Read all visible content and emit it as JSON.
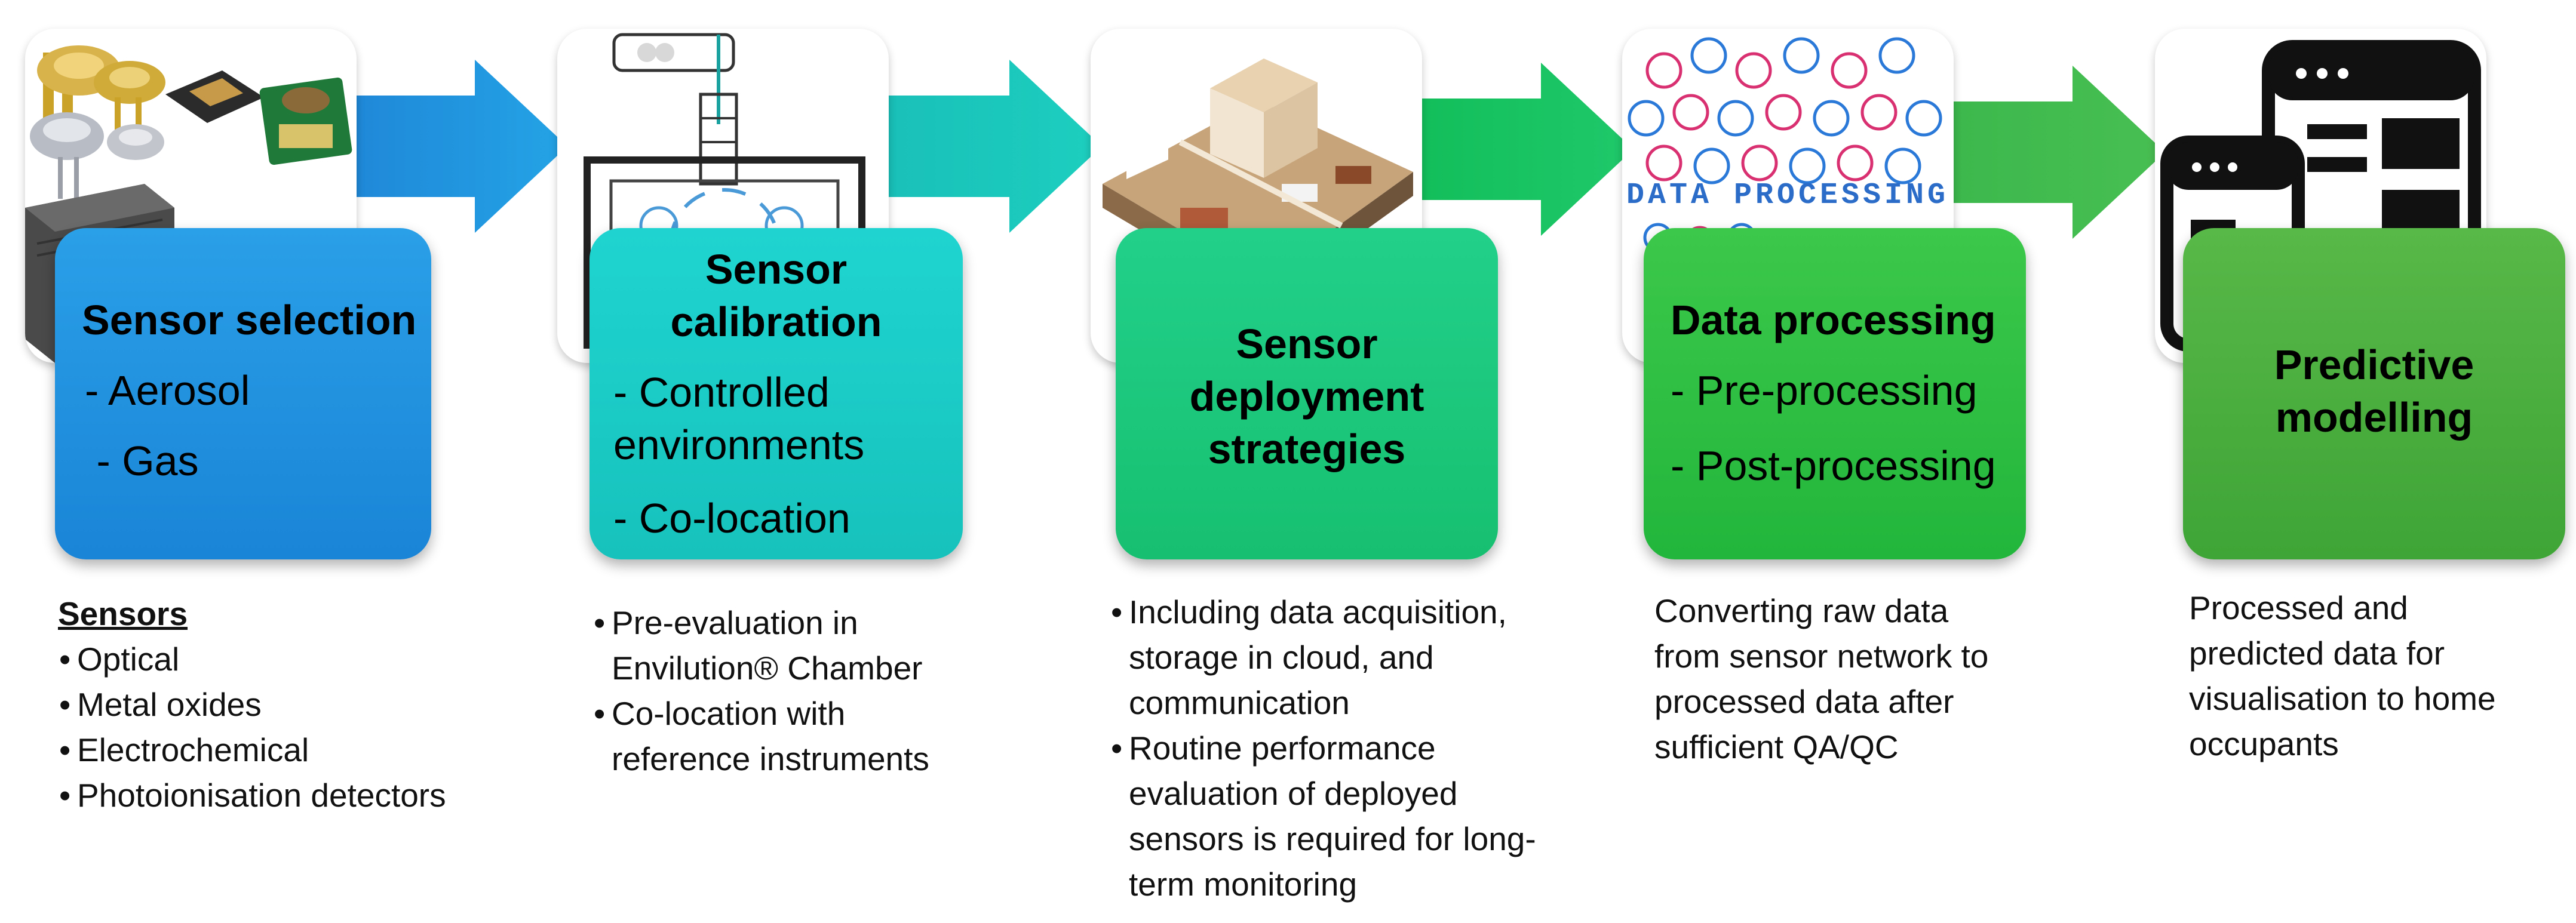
{
  "colors": {
    "step1": "#1f8fde",
    "step2": "#1dcfc7",
    "step3": "#20c978",
    "step4": "#2ec14d",
    "step5": "#4aad3d"
  },
  "steps": [
    {
      "title": "Sensor selection",
      "items": [
        "- Aerosol",
        " - Gas"
      ],
      "image_icon": "gas-sensors-photo",
      "desc_heading": "Sensors",
      "desc_bullets": [
        "Optical",
        "Metal oxides",
        "Electrochemical",
        "Photoionisation detectors"
      ]
    },
    {
      "title_line1": "Sensor",
      "title_line2": "calibration",
      "items": [
        "- Controlled",
        "environments",
        "- Co-location"
      ],
      "image_icon": "environmental-chamber-schematic",
      "desc_bullets": [
        [
          "Pre-evaluation in",
          "Envilution® Chamber"
        ],
        [
          "Co-location with",
          "reference instruments"
        ]
      ]
    },
    {
      "title_lines": [
        "Sensor",
        "deployment",
        "strategies"
      ],
      "image_icon": "home-floorplan-3d",
      "desc_bullets": [
        [
          "Including data acquisition,",
          "storage in cloud, and",
          "communication"
        ],
        [
          "Routine performance",
          "evaluation of deployed",
          "sensors is required for long-",
          "term monitoring"
        ]
      ]
    },
    {
      "title": "Data processing",
      "items": [
        "- Pre-processing",
        "- Post-processing"
      ],
      "image_icon": "data-processing-icons",
      "image_caption": "DATA PROCESSING",
      "desc_lines": [
        "Converting raw data",
        "from sensor network to",
        "processed data after",
        "sufficient QA/QC"
      ]
    },
    {
      "title_lines": [
        "Predictive",
        "modelling"
      ],
      "image_icon": "browser-windows-icon",
      "desc_lines": [
        "Processed and",
        "predicted data for",
        "visualisation to home",
        "occupants"
      ]
    }
  ]
}
